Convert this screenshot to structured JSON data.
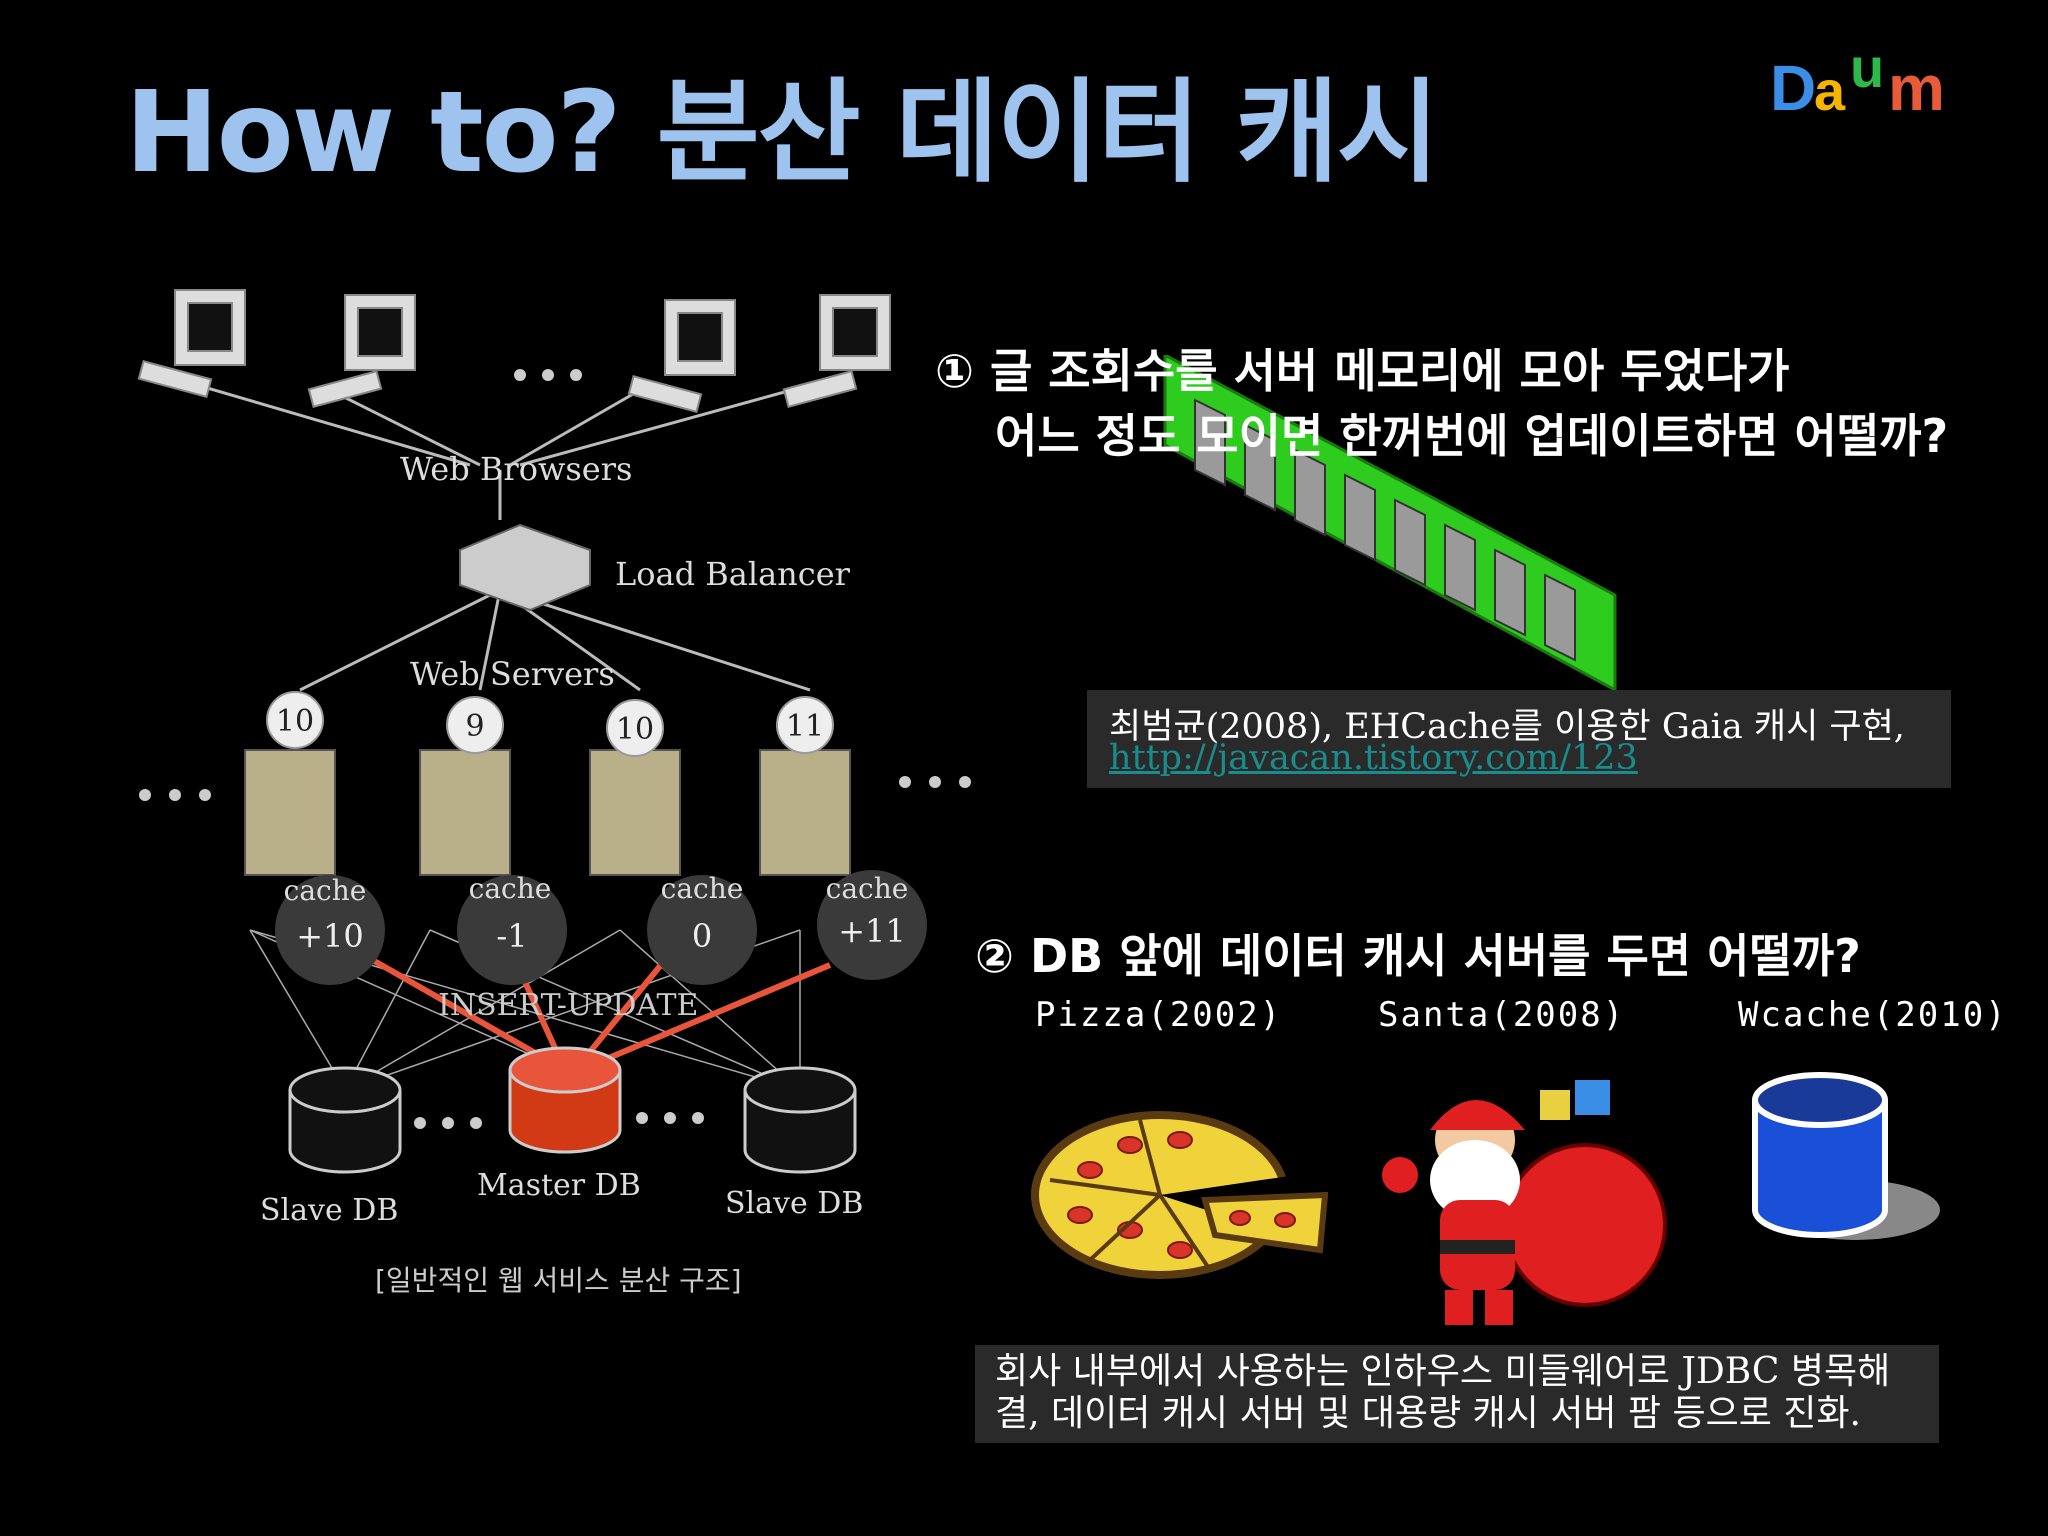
{
  "title": "How to? 분산 데이터 캐시",
  "logo_text": "Daum",
  "diagram": {
    "web_browsers": "Web Browsers",
    "load_balancer": "Load Balancer",
    "web_servers": "Web Servers",
    "server_counts": [
      "10",
      "9",
      "10",
      "11"
    ],
    "cache_label": "cache",
    "cache_values": [
      "+10",
      "-1",
      "0",
      "+11"
    ],
    "insert_update": "INSERT-UPDATE",
    "slave_db": "Slave DB",
    "master_db": "Master DB",
    "caption": "[일반적인 웹 서비스 분산 구조]"
  },
  "point1": {
    "line1": "①  글 조회수를 서버 메모리에 모아 두었다가",
    "line2": "어느 정도 모이면 한꺼번에 업데이트하면 어떨까?"
  },
  "citation": {
    "text": "최범균(2008), EHCache를 이용한 Gaia 캐시 구현,",
    "link": "http://javacan.tistory.com/123"
  },
  "point2": "② DB 앞에 데이터 캐시 서버를 두면 어떨까?",
  "caches": [
    {
      "label": "Pizza(2002)",
      "icon": "pizza-icon"
    },
    {
      "label": "Santa(2008)",
      "icon": "santa-icon"
    },
    {
      "label": "Wcache(2010)",
      "icon": "database-cylinder-icon"
    }
  ],
  "note": "회사 내부에서 사용하는 인하우스 미들웨어로 JDBC 병목해결, 데이터 캐시 서버 및 대용량 캐시 서버 팜 등으로 진화.",
  "colors": {
    "title": "#9dc3ee",
    "accent_line": "#e8553a",
    "ram_green": "#2ecc1f",
    "link": "#1a8c8c",
    "db_blue": "#1a4fd8"
  }
}
